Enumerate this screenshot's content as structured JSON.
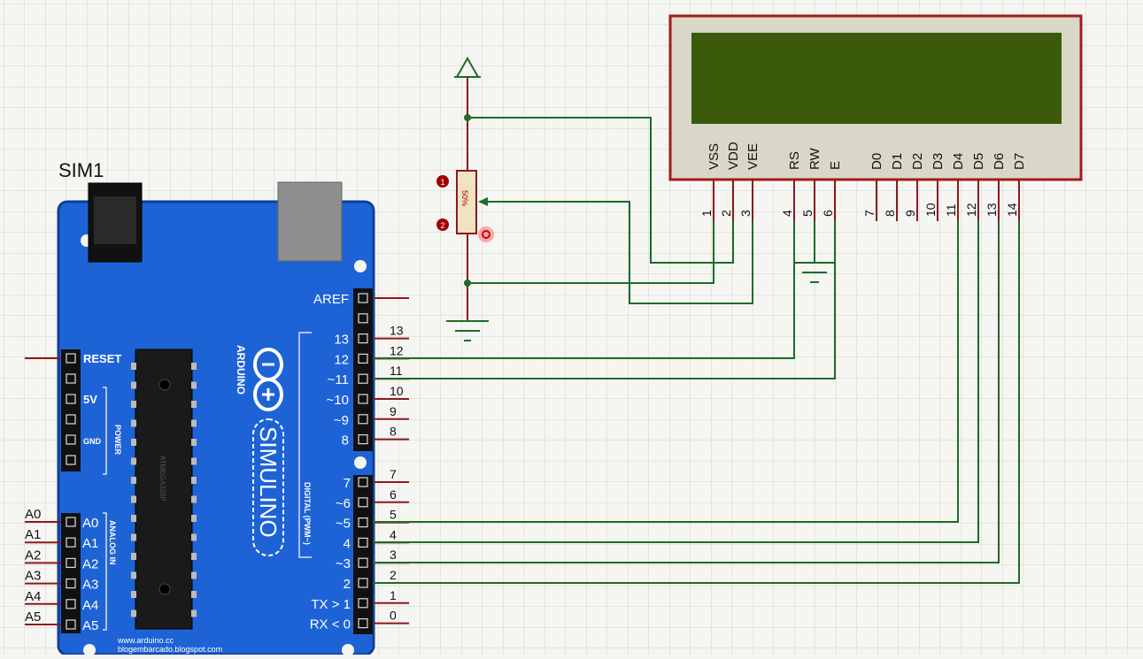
{
  "colors": {
    "grid": "#d3d3cf",
    "background": "#f5f5f2",
    "board": "#1e63d6",
    "board_edge": "#0f3f9a",
    "wire": "#1e6b2a",
    "pin": "#8b1a1a",
    "lcd_frame": "#a01c1c",
    "lcd_screen": "#3b5a0c",
    "lcd_body": "#d9d7c8",
    "resistor_body": "#efe3c1",
    "terminal": "#b00000"
  },
  "simulino": {
    "ref": "SIM1",
    "brand": "SIMULINO",
    "logo_text": "ARDUINO",
    "power_label": "POWER",
    "analog_label": "ANALOG IN",
    "digital_label": "DIGITAL (PWM~)",
    "footer_url1": "www.arduino.cc",
    "footer_url2": "blogembarcado.blogspot.com",
    "chip_label": "ATMEGA328P",
    "left_pins": [
      "RESET",
      "",
      "5V",
      "",
      "GND",
      ""
    ],
    "analog_pins": [
      "A0",
      "A1",
      "A2",
      "A3",
      "A4",
      "A5"
    ],
    "analog_wire_labels": [
      "A0",
      "A1",
      "A2",
      "A3",
      "A4",
      "A5"
    ],
    "header_top_pins": [
      "AREF",
      "",
      "13",
      "12",
      "~11",
      "~10",
      "~9",
      "8"
    ],
    "header_top_wire_labels": [
      "",
      "",
      "13",
      "12",
      "11",
      "10",
      "9",
      "8"
    ],
    "header_bottom_pins": [
      "7",
      "~6",
      "~5",
      "4",
      "~3",
      "2",
      "TX > 1",
      "RX < 0"
    ],
    "header_bottom_wire_labels": [
      "7",
      "6",
      "5",
      "4",
      "3",
      "2",
      "1",
      "0"
    ]
  },
  "pot": {
    "value": "50%",
    "terminal1": "1",
    "terminal2": "2"
  },
  "lcd": {
    "pins": [
      {
        "name": "VSS",
        "num": "1"
      },
      {
        "name": "VDD",
        "num": "2"
      },
      {
        "name": "VEE",
        "num": "3"
      },
      {
        "name": "RS",
        "num": "4"
      },
      {
        "name": "RW",
        "num": "5"
      },
      {
        "name": "E",
        "num": "6"
      },
      {
        "name": "D0",
        "num": "7"
      },
      {
        "name": "D1",
        "num": "8"
      },
      {
        "name": "D2",
        "num": "9"
      },
      {
        "name": "D3",
        "num": "10"
      },
      {
        "name": "D4",
        "num": "11"
      },
      {
        "name": "D5",
        "num": "12"
      },
      {
        "name": "D6",
        "num": "13"
      },
      {
        "name": "D7",
        "num": "14"
      }
    ]
  }
}
